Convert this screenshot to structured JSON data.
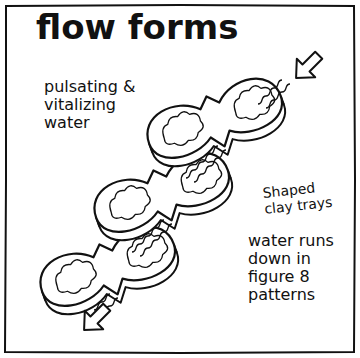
{
  "diagram": {
    "title": "flow forms",
    "labels": [
      "pulsating & vitalizing water",
      "Shaped clay trays",
      "water runs down in figure 8 patterns"
    ]
  }
}
